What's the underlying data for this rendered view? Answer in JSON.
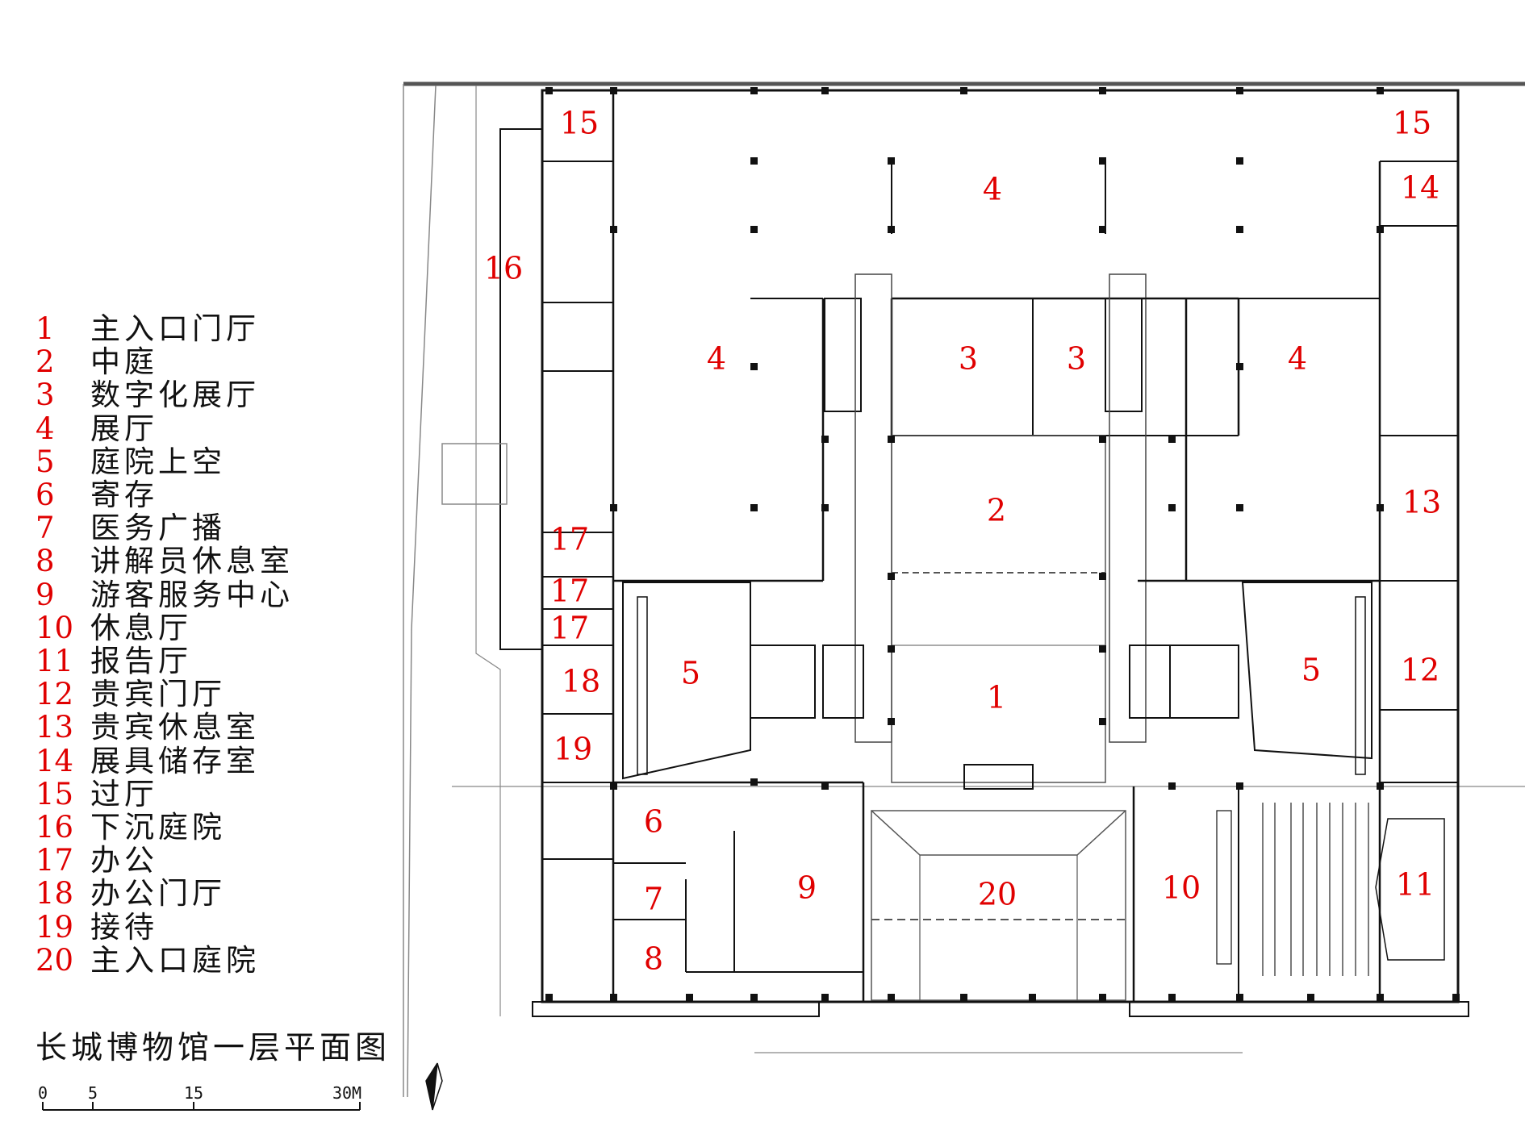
{
  "title": "长城博物馆一层平面图",
  "legend": [
    {
      "num": "1",
      "name": "主入口门厅"
    },
    {
      "num": "2",
      "name": "中庭"
    },
    {
      "num": "3",
      "name": "数字化展厅"
    },
    {
      "num": "4",
      "name": "展厅"
    },
    {
      "num": "5",
      "name": "庭院上空"
    },
    {
      "num": "6",
      "name": "寄存"
    },
    {
      "num": "7",
      "name": "医务广播"
    },
    {
      "num": "8",
      "name": "讲解员休息室"
    },
    {
      "num": "9",
      "name": "游客服务中心"
    },
    {
      "num": "10",
      "name": "休息厅"
    },
    {
      "num": "11",
      "name": "报告厅"
    },
    {
      "num": "12",
      "name": "贵宾门厅"
    },
    {
      "num": "13",
      "name": "贵宾休息室"
    },
    {
      "num": "14",
      "name": "展具储存室"
    },
    {
      "num": "15",
      "name": "过厅"
    },
    {
      "num": "16",
      "name": "下沉庭院"
    },
    {
      "num": "17",
      "name": "办公"
    },
    {
      "num": "18",
      "name": "办公门厅"
    },
    {
      "num": "19",
      "name": "接待"
    },
    {
      "num": "20",
      "name": "主入口庭院"
    }
  ],
  "plan_labels": [
    "15",
    "15",
    "4",
    "14",
    "16",
    "4",
    "3",
    "3",
    "4",
    "2",
    "13",
    "17",
    "17",
    "17",
    "5",
    "1",
    "5",
    "12",
    "18",
    "19",
    "6",
    "7",
    "9",
    "20",
    "10",
    "11",
    "8"
  ],
  "scale_bar": {
    "ticks": [
      "0",
      "5",
      "15",
      "30M"
    ]
  },
  "colors": {
    "label": "#e00000",
    "line": "#111111"
  }
}
